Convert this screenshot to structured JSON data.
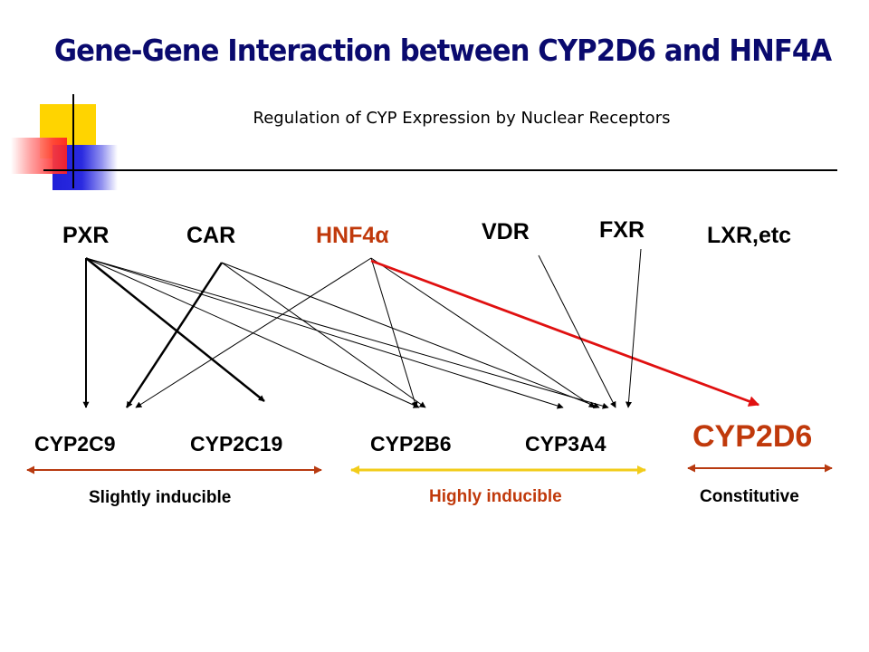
{
  "title": "Gene-Gene Interaction between CYP2D6 and HNF4A",
  "subtitle": "Regulation of CYP Expression by Nuclear Receptors",
  "regulators": [
    {
      "id": "pxr",
      "label": "PXR"
    },
    {
      "id": "car",
      "label": "CAR"
    },
    {
      "id": "hnf4a",
      "label": "HNF4α"
    },
    {
      "id": "vdr",
      "label": "VDR"
    },
    {
      "id": "fxr",
      "label": "FXR"
    },
    {
      "id": "lxr",
      "label": "LXR,etc"
    }
  ],
  "targets": [
    {
      "id": "cyp2c9",
      "label": "CYP2C9"
    },
    {
      "id": "cyp2c19",
      "label": "CYP2C19"
    },
    {
      "id": "cyp2b6",
      "label": "CYP2B6"
    },
    {
      "id": "cyp3a4",
      "label": "CYP3A4"
    },
    {
      "id": "cyp2d6",
      "label": "CYP2D6"
    }
  ],
  "categories": [
    {
      "id": "slightly",
      "label": "Slightly inducible",
      "color": "#b83a10"
    },
    {
      "id": "highly",
      "label": "Highly inducible",
      "color": "#f2cc1a"
    },
    {
      "id": "constitutive",
      "label": "Constitutive",
      "color": "#b83a10"
    }
  ],
  "colors": {
    "title": "#0a0a6e",
    "hnf4a": "#c0390b",
    "highlight_arrow": "#e01010",
    "arrow": "#000000"
  }
}
